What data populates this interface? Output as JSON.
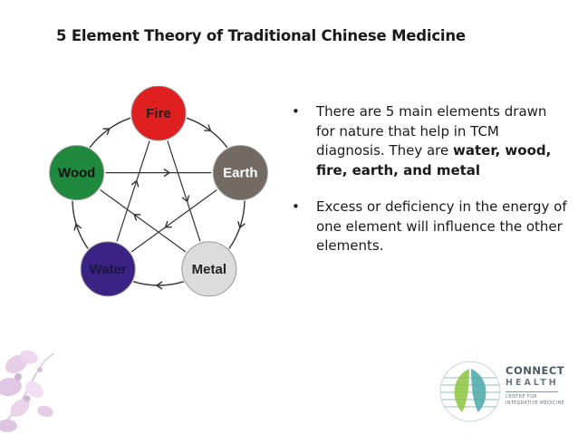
{
  "title": "5 Element Theory of Traditional Chinese Medicine",
  "diagram": {
    "elements": [
      {
        "key": "fire",
        "label": "Fire",
        "color": "#e02020",
        "text_color": "#222222"
      },
      {
        "key": "earth",
        "label": "Earth",
        "color": "#726a63",
        "text_color": "#ffffff"
      },
      {
        "key": "metal",
        "label": "Metal",
        "color": "#dcdcdc",
        "text_color": "#222222"
      },
      {
        "key": "water",
        "label": "Water",
        "color": "#3a2385",
        "text_color": "#1c1640"
      },
      {
        "key": "wood",
        "label": "Wood",
        "color": "#1f8a3e",
        "text_color": "#111111"
      }
    ]
  },
  "bullets": [
    {
      "text": "There are 5 main elements drawn for nature that help in TCM diagnosis. They are ",
      "bold": "water, wood, fire, earth, and metal"
    },
    {
      "text": "Excess or deficiency in the energy of one element will influence the other elements.",
      "bold": ""
    }
  ],
  "bullet_glyph": "•",
  "logo": {
    "name": "CONNECT",
    "sub": "HEALTH",
    "tagline_1": "CENTRE FOR",
    "tagline_2": "INTEGRATIVE MEDICINE"
  }
}
